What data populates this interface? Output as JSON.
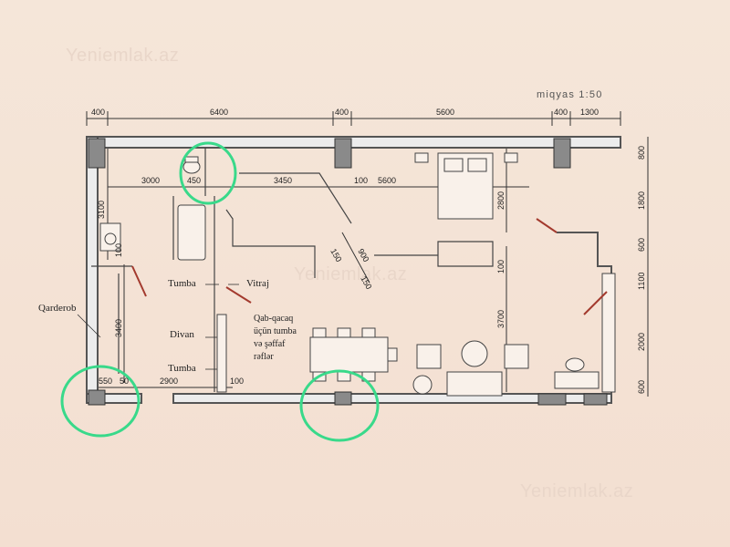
{
  "watermarks": [
    "Yeniemlak.az",
    "Yeniemlak.az",
    "Yeniemlak.az"
  ],
  "scale_label": "miqyas 1:50",
  "dimensions": {
    "top": [
      "400",
      "6400",
      "400",
      "5600",
      "400",
      "1300"
    ],
    "row2": [
      "3000",
      "450",
      "3450",
      "100",
      "5600"
    ],
    "right": [
      "800",
      "1800",
      "600",
      "1100",
      "2000",
      "600"
    ],
    "vertical": [
      "3100",
      "2800",
      "3700",
      "3400",
      "100",
      "100"
    ],
    "diagonal": [
      "900",
      "150",
      "150"
    ],
    "bottom": [
      "550",
      "50",
      "2900",
      "100"
    ]
  },
  "labels": {
    "qarderob": "Qarderob",
    "tumba1": "Tumba",
    "vitraj": "Vitraj",
    "divan": "Divan",
    "tumba2": "Tumba",
    "qab": "Qab-qacaq\nüçün tumba\nvə şəffaf\nrəflər"
  },
  "colors": {
    "paper": "#f4e3d6",
    "wall": "#7a7a7a",
    "highlight": "#39d98a",
    "door": "#a33a2e"
  }
}
